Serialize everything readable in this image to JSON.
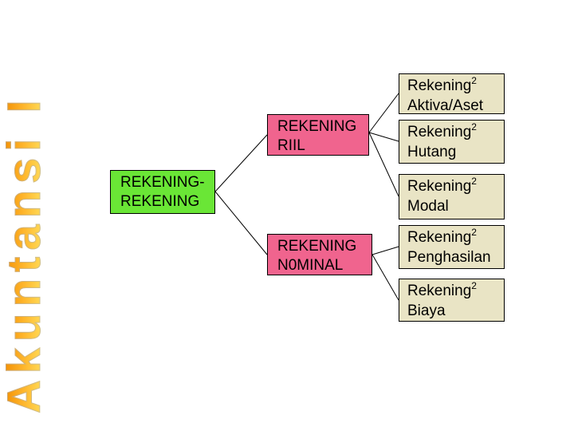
{
  "slide": {
    "vertical_title": "Akuntansi I",
    "colors": {
      "root_green": "#6ae636",
      "branch_pink": "#f0648e",
      "leaf_beige": "#e9e4c5",
      "connector": "#000000",
      "title_gradient_start": "#f28c00",
      "title_gradient_end": "#ffe565"
    }
  },
  "diagram": {
    "root": {
      "line1": "REKENING-",
      "line2": "REKENING"
    },
    "branches": [
      {
        "line1": "REKENING",
        "line2": "RIIL"
      },
      {
        "line1": "REKENING",
        "line2": "N0MINAL"
      }
    ],
    "leaves": [
      {
        "base": "Rekening",
        "sup": "2",
        "line2": "Aktiva/Aset"
      },
      {
        "base": "Rekening",
        "sup": "2",
        "line2": "Hutang"
      },
      {
        "base": "Rekening",
        "sup": "2",
        "line2": "Modal"
      },
      {
        "base": "Rekening",
        "sup": "2",
        "line2": "Penghasilan"
      },
      {
        "base": "Rekening",
        "sup": "2",
        "line2": "Biaya"
      }
    ],
    "edges": [
      {
        "from": "rekening-rekening",
        "to": "rekening-riil"
      },
      {
        "from": "rekening-rekening",
        "to": "rekening-nominal"
      },
      {
        "from": "rekening-riil",
        "to": "rekening-aktiva-aset"
      },
      {
        "from": "rekening-riil",
        "to": "rekening-hutang"
      },
      {
        "from": "rekening-riil",
        "to": "rekening-modal"
      },
      {
        "from": "rekening-nominal",
        "to": "rekening-penghasilan"
      },
      {
        "from": "rekening-nominal",
        "to": "rekening-biaya"
      }
    ]
  }
}
